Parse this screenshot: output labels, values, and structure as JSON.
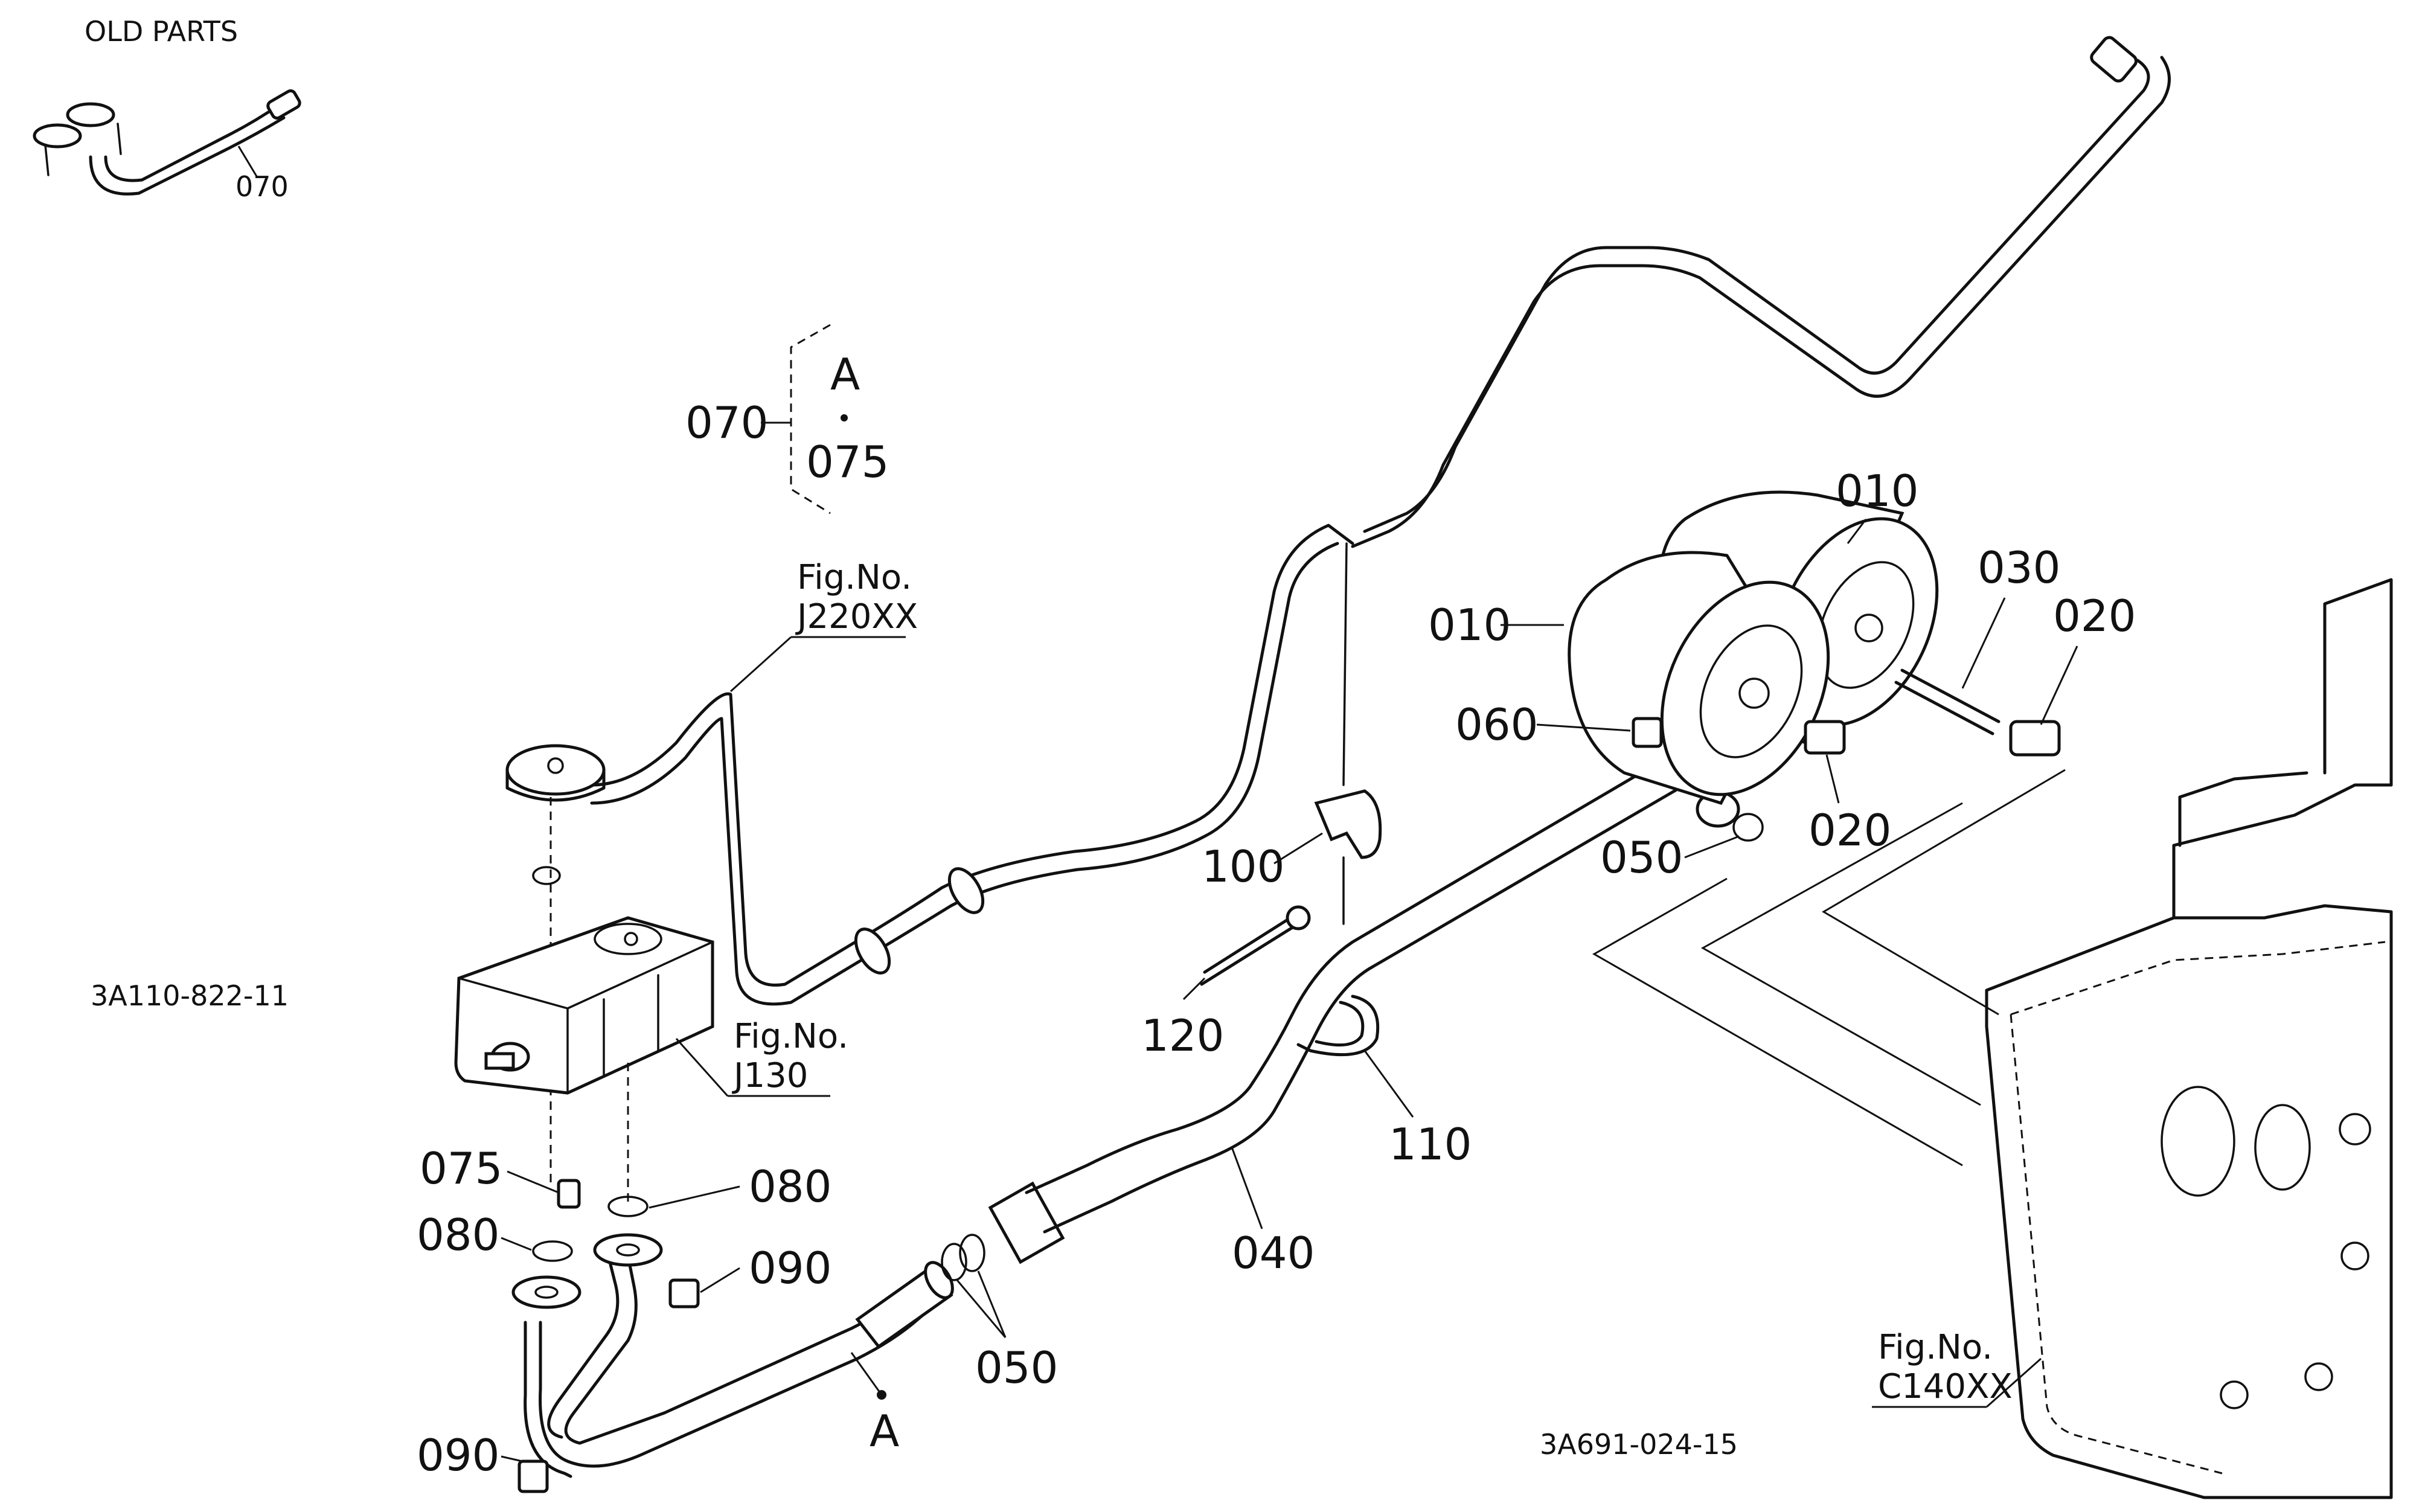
{
  "old_parts": {
    "title": "OLD PARTS",
    "part": "070"
  },
  "drawing_numbers": {
    "left": "3A110-822-11",
    "bottom": "3A691-024-15"
  },
  "callout": {
    "part": "070",
    "top": "A",
    "bottom": "075"
  },
  "figure_refs": [
    {
      "line1": "Fig.No.",
      "line2": "J220XX"
    },
    {
      "line1": "Fig.No.",
      "line2": "J130"
    },
    {
      "line1": "Fig.No.",
      "line2": "C140XX"
    }
  ],
  "labels": {
    "p010_top": "010",
    "p010_left": "010",
    "p030": "030",
    "p020_right": "020",
    "p060": "060",
    "p020_mid": "020",
    "p050_top": "050",
    "p100": "100",
    "p120": "120",
    "p110": "110",
    "p040": "040",
    "p075": "075",
    "p080_right": "080",
    "p080_left": "080",
    "p090_right": "090",
    "p050_bottom": "050",
    "p_a": "A",
    "p090_bottom": "090"
  }
}
